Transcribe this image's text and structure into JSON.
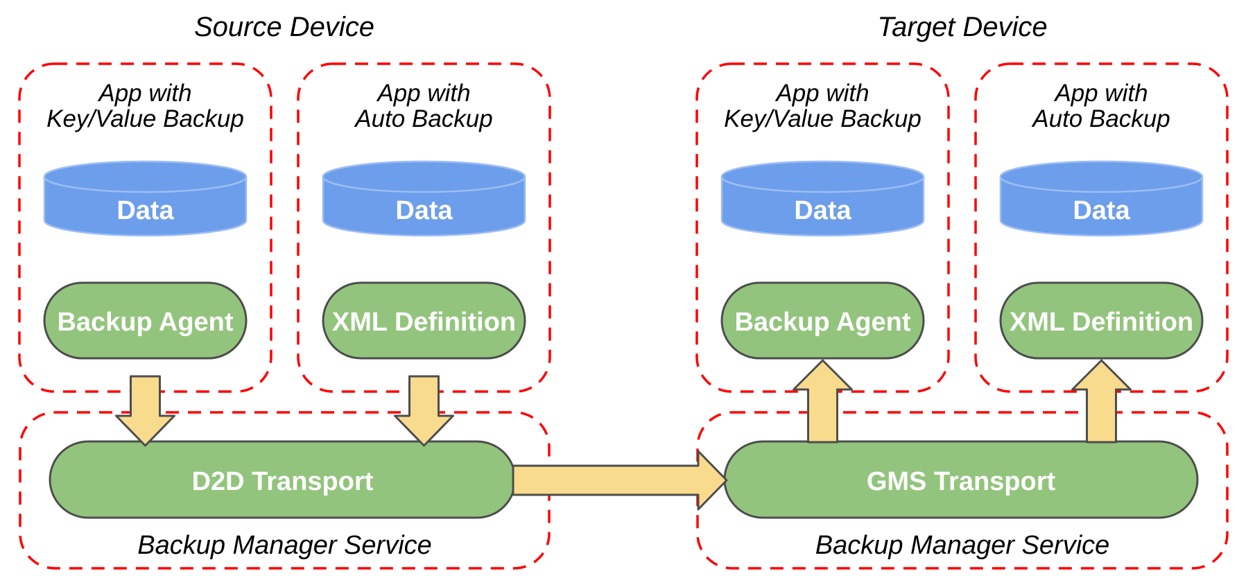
{
  "colors": {
    "red": "#ff0000",
    "green": "#93c47d",
    "blue": "#6d9eeb",
    "blue_edge": "#9dbdf4",
    "yellow": "#f9db8d",
    "outline": "#4d4d4d",
    "black": "#000000",
    "white": "#ffffff"
  },
  "source": {
    "title": "Source Device",
    "apps": [
      {
        "label1": "App with",
        "label2": "Key/Value Backup",
        "data": "Data",
        "component": "Backup Agent"
      },
      {
        "label1": "App with",
        "label2": "Auto Backup",
        "data": "Data",
        "component": "XML Definition"
      }
    ],
    "service": {
      "transport": "D2D Transport",
      "name": "Backup Manager Service"
    }
  },
  "target": {
    "title": "Target Device",
    "apps": [
      {
        "label1": "App with",
        "label2": "Key/Value Backup",
        "data": "Data",
        "component": "Backup Agent"
      },
      {
        "label1": "App with",
        "label2": "Auto Backup",
        "data": "Data",
        "component": "XML Definition"
      }
    ],
    "service": {
      "transport": "GMS Transport",
      "name": "Backup Manager Service"
    }
  }
}
